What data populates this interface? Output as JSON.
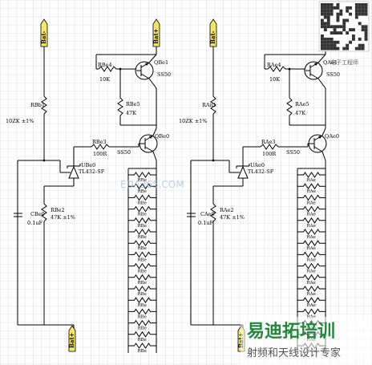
{
  "terminals": {
    "bat_plus": "Bat+",
    "bat_minus": "Bat-"
  },
  "left": {
    "rb1": "RBb1",
    "rb1_value": "10ZK ±1%",
    "rbe4": "RBe4",
    "rbe4_value": "10K",
    "qbe1": "QBe1",
    "qbe1_part": "SS50",
    "rbe5": "RBe5",
    "rbe5_value": "47K",
    "rbe3": "RBe3",
    "rbe3_value": "100R",
    "qbe0": "QBe0",
    "qbe0_part": "SS50",
    "ube0": "UBe0",
    "ube0_part": "TL432-SF",
    "cbe0": "CBe0",
    "cbe0_value": "0.1uF",
    "rbe2": "RBe2",
    "rbe2_value": "47K ±1%",
    "rb1_ladder": "RBe",
    "rb1_ladder_value": "56R"
  },
  "right": {
    "ra1": "RAn1",
    "ra1_value": "10ZK ±1%",
    "rae4": "RAe4",
    "rae4_value": "10K",
    "qae1": "QAe1",
    "qae1_part": "SS50",
    "rae5": "RAe5",
    "rae5_value": "47K",
    "rae3": "RAe3",
    "rae3_value": "100R",
    "qae0": "QAe0",
    "qae0_part": "SS50",
    "uae0": "UAe0",
    "uae0_part": "TL432-SF",
    "cae0": "CAe0",
    "cae0_value": "0.1uF",
    "rae2": "RAe2",
    "rae2_value": "47K ±1%",
    "ra_ladder": "RAe",
    "ra_ladder_value": "56R"
  },
  "watermark": "EDA365.COM",
  "brand": {
    "main": "易迪拓培训",
    "sub": "射频和天线设计专家"
  },
  "qr_caption": "电子工程师"
}
